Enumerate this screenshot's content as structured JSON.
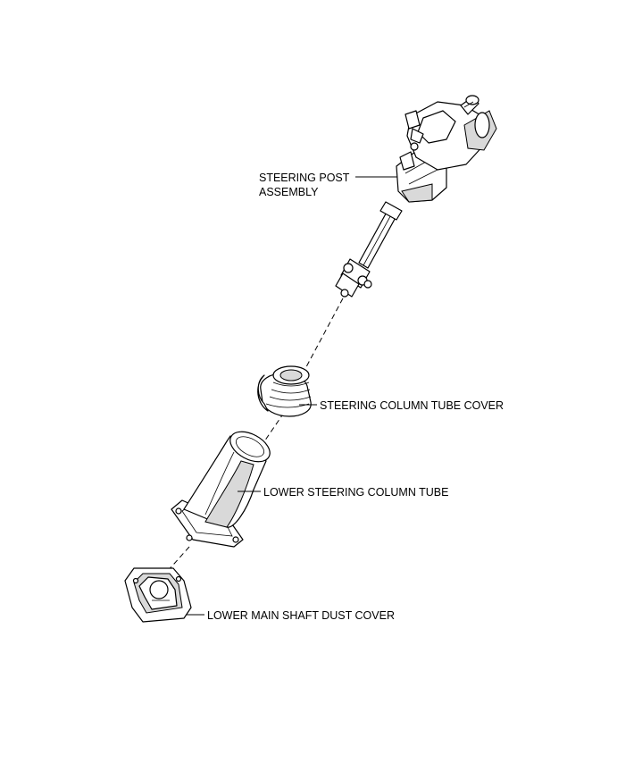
{
  "labels": {
    "steering_post_line1": "STEERING POST",
    "steering_post_line2": "ASSEMBLY",
    "column_tube_cover": "STEERING COLUMN TUBE COVER",
    "lower_column_tube": "LOWER STEERING COLUMN TUBE",
    "dust_cover": "LOWER MAIN SHAFT DUST COVER"
  }
}
